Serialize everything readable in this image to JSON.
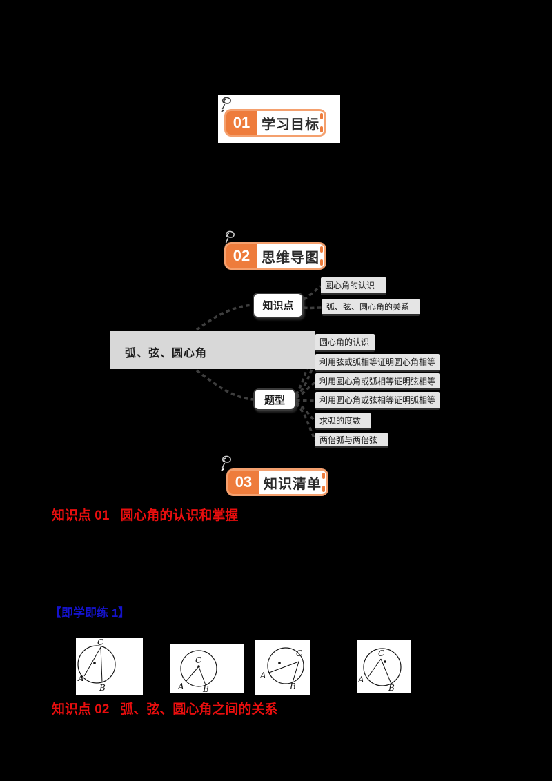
{
  "colors": {
    "background": "#000000",
    "accent_orange": "#ee7c3c",
    "accent_orange_light": "#f4a06e",
    "heading_red": "#e80e0e",
    "practice_blue": "#1513cd",
    "mindmap_gray": "#d8d8d8"
  },
  "sections": [
    {
      "number": "01",
      "title": "学习目标"
    },
    {
      "number": "02",
      "title": "思维导图"
    },
    {
      "number": "03",
      "title": "知识清单"
    }
  ],
  "mindmap": {
    "root": "弧、弦、圆心角",
    "branch1": {
      "label": "知识点",
      "children": [
        "圆心角的认识",
        "弧、弦、圆心角的关系"
      ]
    },
    "branch2": {
      "label": "题型",
      "children": [
        "圆心角的认识",
        "利用弦或弧相等证明圆心角相等",
        "利用圆心角或弧相等证明弦相等",
        "利用圆心角或弦相等证明弧相等",
        "求弧的度数",
        "两倍弧与两倍弦"
      ]
    }
  },
  "knowledge_points": [
    {
      "label": "知识点 01",
      "title": "圆心角的认识和掌握"
    },
    {
      "label": "知识点 02",
      "title": "弧、弦、圆心角之间的关系"
    }
  ],
  "practice": {
    "label": "【即学即练 1】"
  },
  "diagrams": {
    "c": "C",
    "a": "A",
    "b": "B"
  }
}
